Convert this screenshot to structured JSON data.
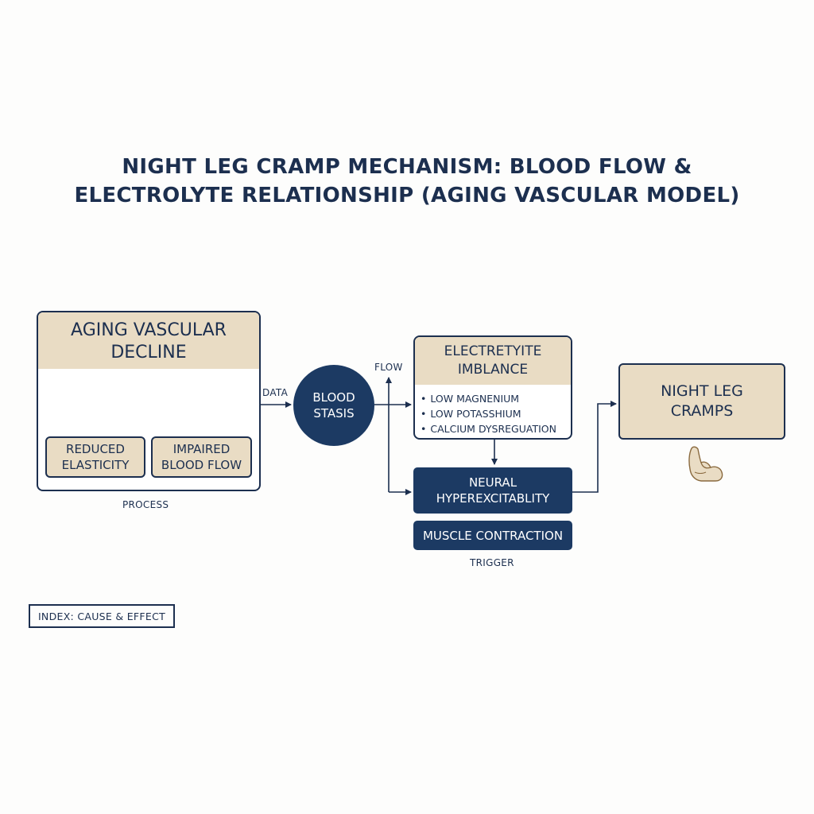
{
  "title": {
    "line1": "NIGHT LEG CRAMP MECHANISM: BLOOD FLOW &",
    "line2": "ELECTROLYTE RELATIONSHIP (AGING VASCULAR MODEL)"
  },
  "aging": {
    "line1": "AGING VASCULAR",
    "line2": "DECLINE",
    "reduced": {
      "line1": "REDUCED",
      "line2": "ELASTICITY"
    },
    "impaired": {
      "line1": "IMPAIRED",
      "line2": "BLOOD FLOW"
    },
    "caption": "PROCESS"
  },
  "data_label": "DATA",
  "blood_stasis": {
    "line1": "BLOOD",
    "line2": "STASIS"
  },
  "flow_label": "FLOW",
  "electrolyte": {
    "line1": "ELECTRETYITE",
    "line2": "IMBLANCE",
    "items": [
      "LOW MAGNENIUM",
      "LOW POTASSHIUM",
      "CALCIUM DYSREGUATION"
    ]
  },
  "neural": {
    "line1": "NEURAL",
    "line2": "HYPEREXCITABLITY"
  },
  "muscle": "MUSCLE CONTRACTION",
  "trigger_label": "TRIGGER",
  "cramps": {
    "line1": "NIGHT LEG",
    "line2": "CRAMPS"
  },
  "index": "INDEX: CAUSE & EFFECT",
  "icons": {
    "arm": "flexed-arm-icon"
  },
  "colors": {
    "navy": "#1c3a63",
    "beige": "#e9dcc4",
    "text": "#1c2f4f"
  }
}
